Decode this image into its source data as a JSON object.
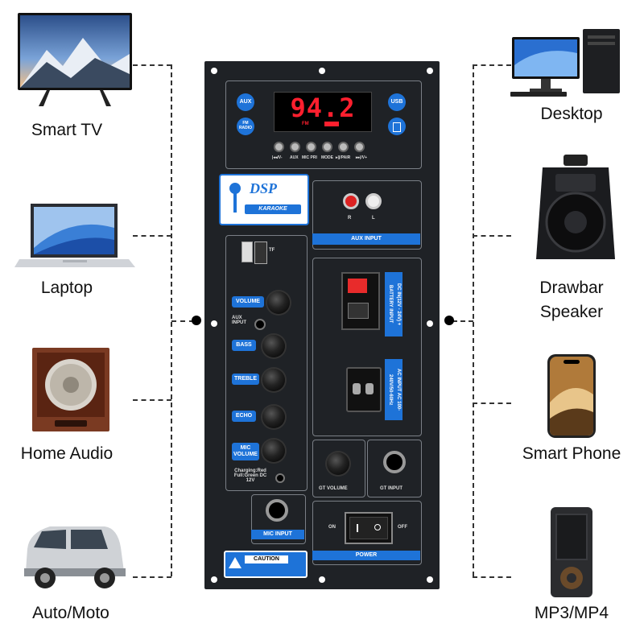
{
  "left_devices": [
    {
      "label": "Smart TV",
      "icon": "smart-tv-icon"
    },
    {
      "label": "Laptop",
      "icon": "laptop-icon"
    },
    {
      "label": "Home Audio",
      "icon": "home-audio-speaker-icon"
    },
    {
      "label": "Auto/Moto",
      "icon": "car-icon"
    }
  ],
  "right_devices": [
    {
      "label": "Desktop",
      "icon": "desktop-computer-icon"
    },
    {
      "label_line1": "Drawbar",
      "label_line2": "Speaker",
      "icon": "drawbar-speaker-icon"
    },
    {
      "label": "Smart Phone",
      "icon": "smartphone-icon"
    },
    {
      "label": "MP3/MP4",
      "icon": "mp3-player-icon"
    }
  ],
  "board": {
    "display": {
      "value": "94.2",
      "sub": "FM"
    },
    "buttons": {
      "aux": "AUX",
      "usb": "USB",
      "fm": "FM RADIO"
    },
    "tact_labels": [
      "|◂◂/V-",
      "AUX",
      "MIC PRI",
      "MODE",
      "▸||/PAIR",
      "▸▸|/V+"
    ],
    "logo": {
      "brand": "DSP",
      "sub": "KARAOKE"
    },
    "aux_input": {
      "label": "AUX INPUT",
      "r": "R",
      "l": "L"
    },
    "usb_tf": {
      "tf": "TF"
    },
    "controls": [
      "VOLUME",
      "BASS",
      "TREBLE",
      "ECHO",
      "MIC VOLUME"
    ],
    "aux_input_small": "AUX INPUT",
    "charging": "Charging:Red Full:Green DC 12V",
    "dc_input": "DC IN(12V - 24V) + BATTERY INPUT",
    "ac_input": "AC INPUT AC 100-240V/50-60Hz",
    "gt_volume": "GT VOLUME",
    "gt_input": "GT INPUT",
    "mic_input": "MIC INPUT",
    "power": {
      "label": "POWER",
      "on": "ON",
      "off": "OFF"
    },
    "caution": "CAUTION"
  }
}
